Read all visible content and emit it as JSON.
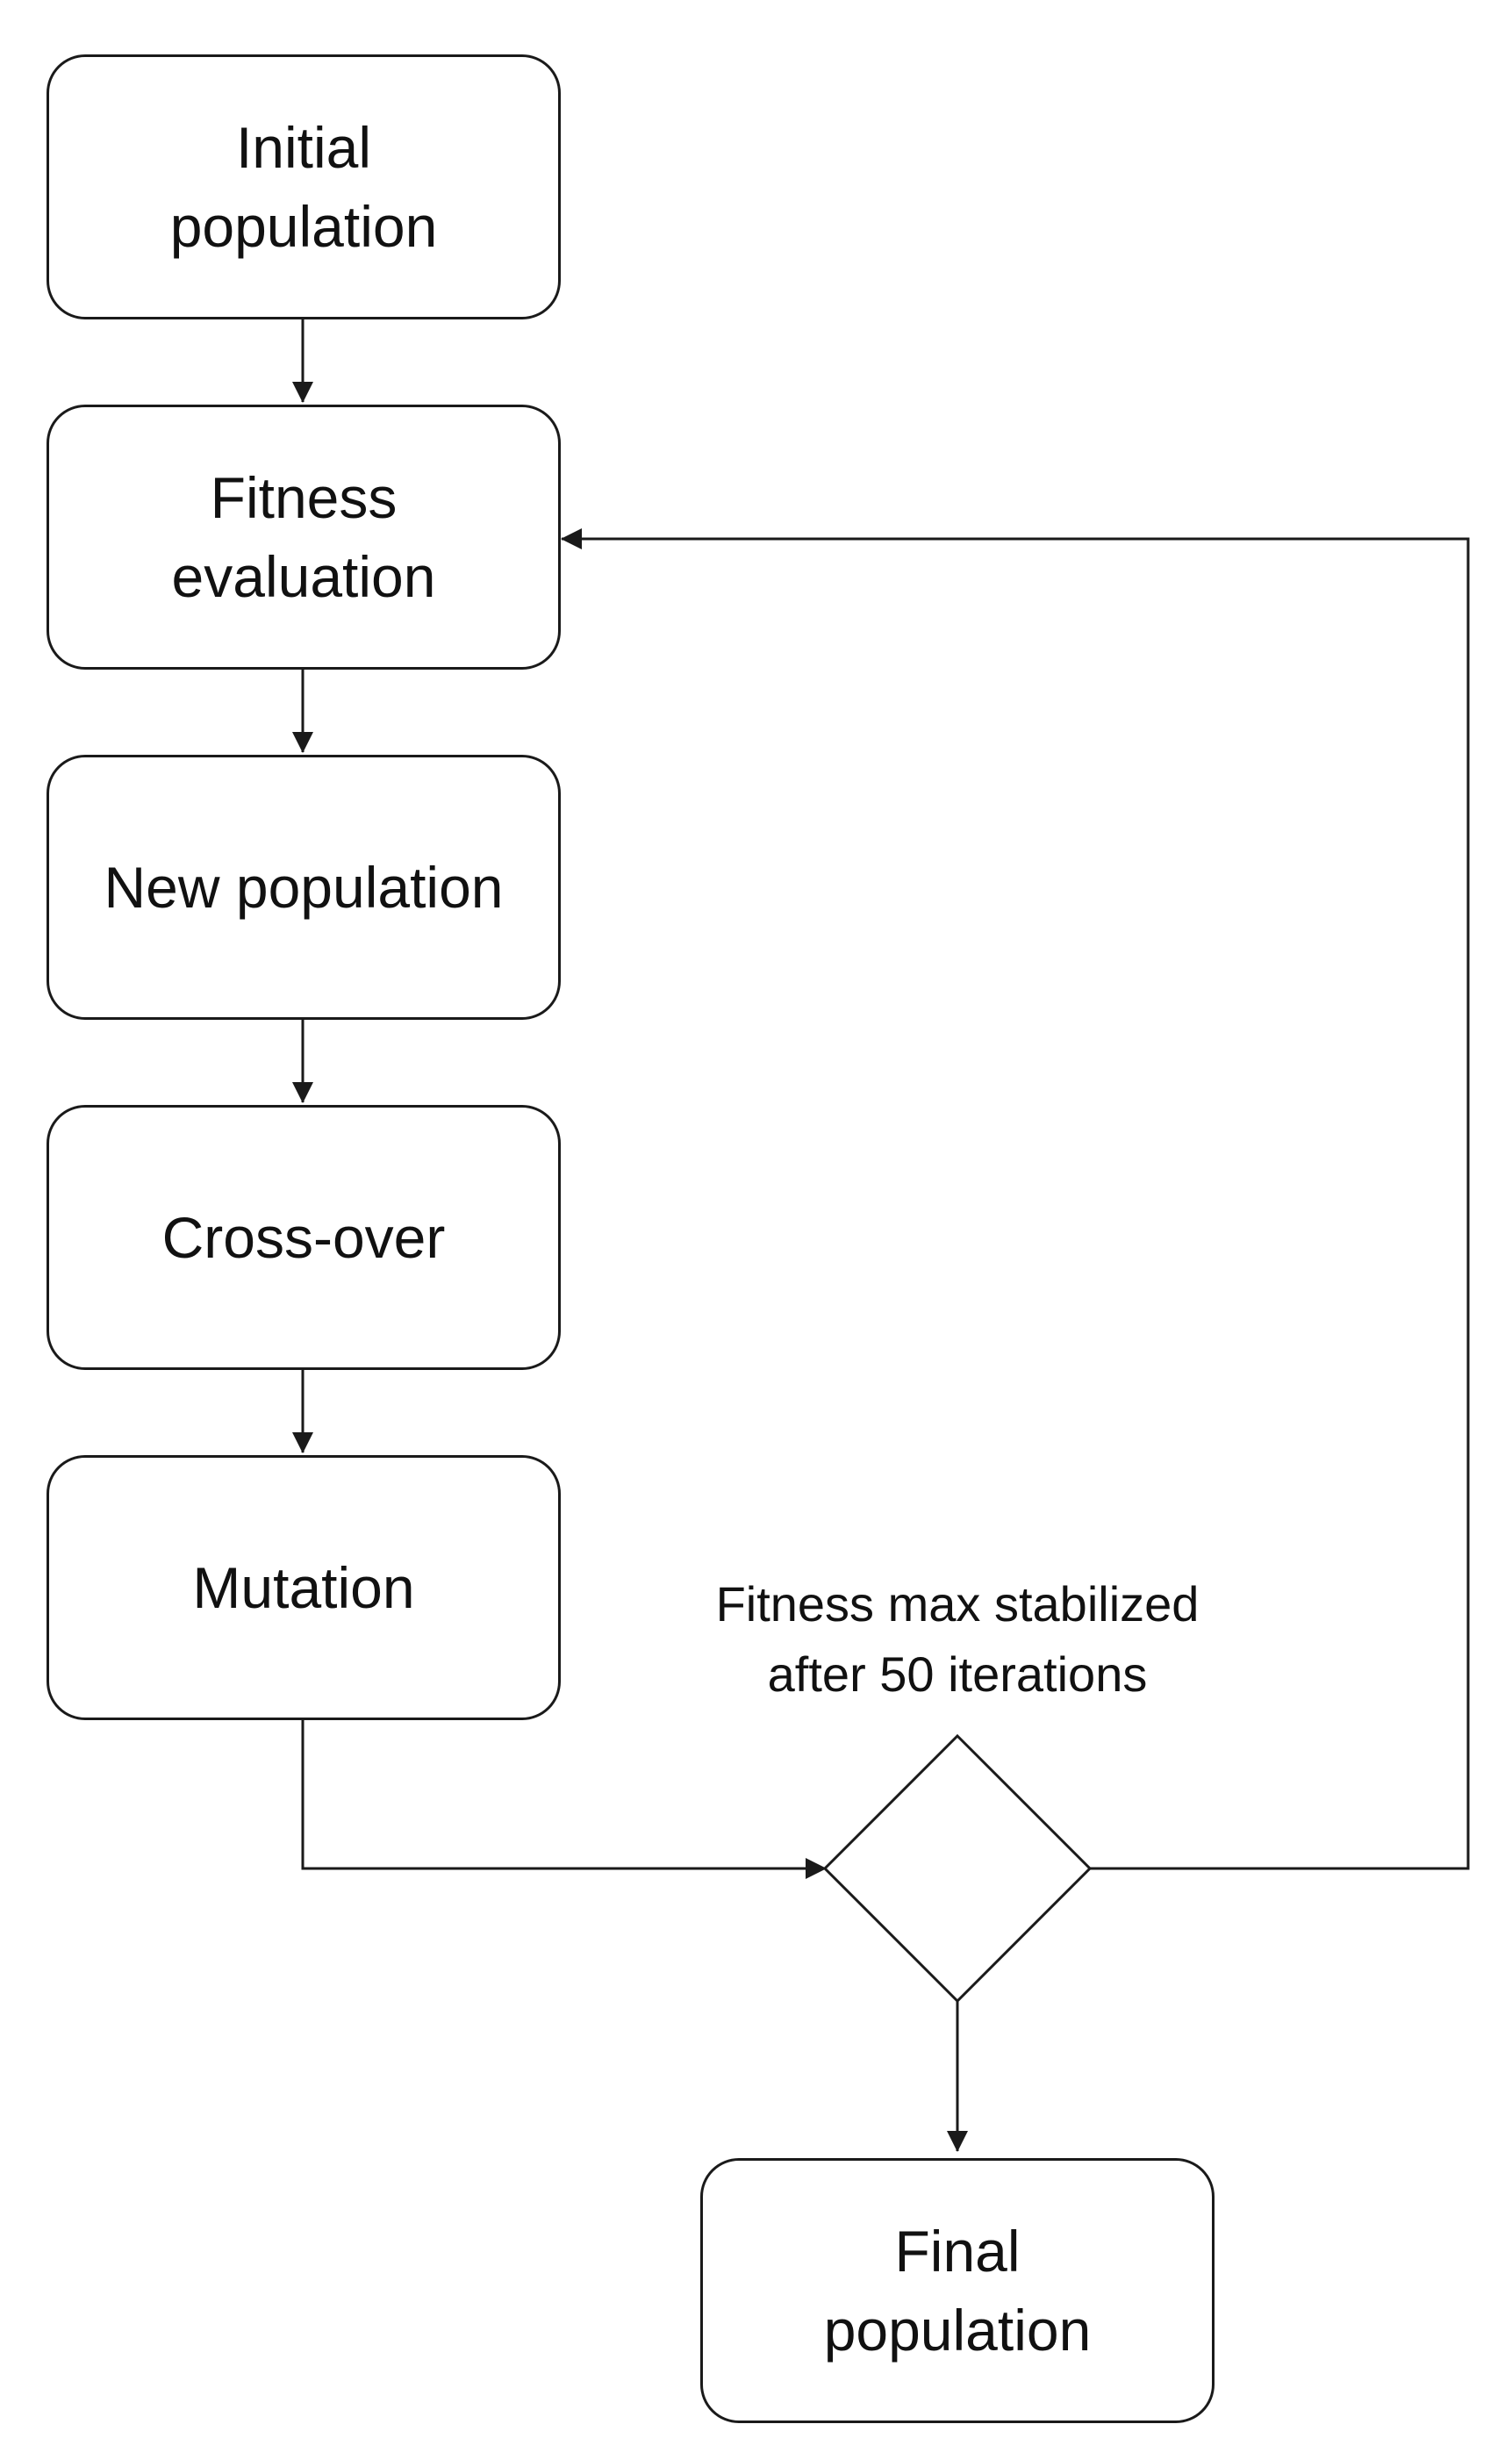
{
  "nodes": {
    "initial_population": {
      "lines": [
        "Initial",
        "population"
      ]
    },
    "fitness_evaluation": {
      "lines": [
        "Fitness",
        "evaluation"
      ]
    },
    "new_population": {
      "lines": [
        "New population"
      ]
    },
    "cross_over": {
      "lines": [
        "Cross-over"
      ]
    },
    "mutation": {
      "lines": [
        "Mutation"
      ]
    },
    "decision": {
      "shape": "diamond",
      "label_lines": [
        "Fitness max stabilized",
        "after 50 iterations"
      ]
    },
    "final_population": {
      "lines": [
        "Final",
        "population"
      ]
    }
  },
  "edges": [
    {
      "from": "initial_population",
      "to": "fitness_evaluation"
    },
    {
      "from": "fitness_evaluation",
      "to": "new_population"
    },
    {
      "from": "new_population",
      "to": "cross_over"
    },
    {
      "from": "cross_over",
      "to": "mutation"
    },
    {
      "from": "mutation",
      "to": "decision"
    },
    {
      "from": "decision",
      "to": "fitness_evaluation"
    },
    {
      "from": "decision",
      "to": "final_population"
    }
  ],
  "colors": {
    "stroke": "#1a1a1a",
    "background": "#ffffff"
  }
}
